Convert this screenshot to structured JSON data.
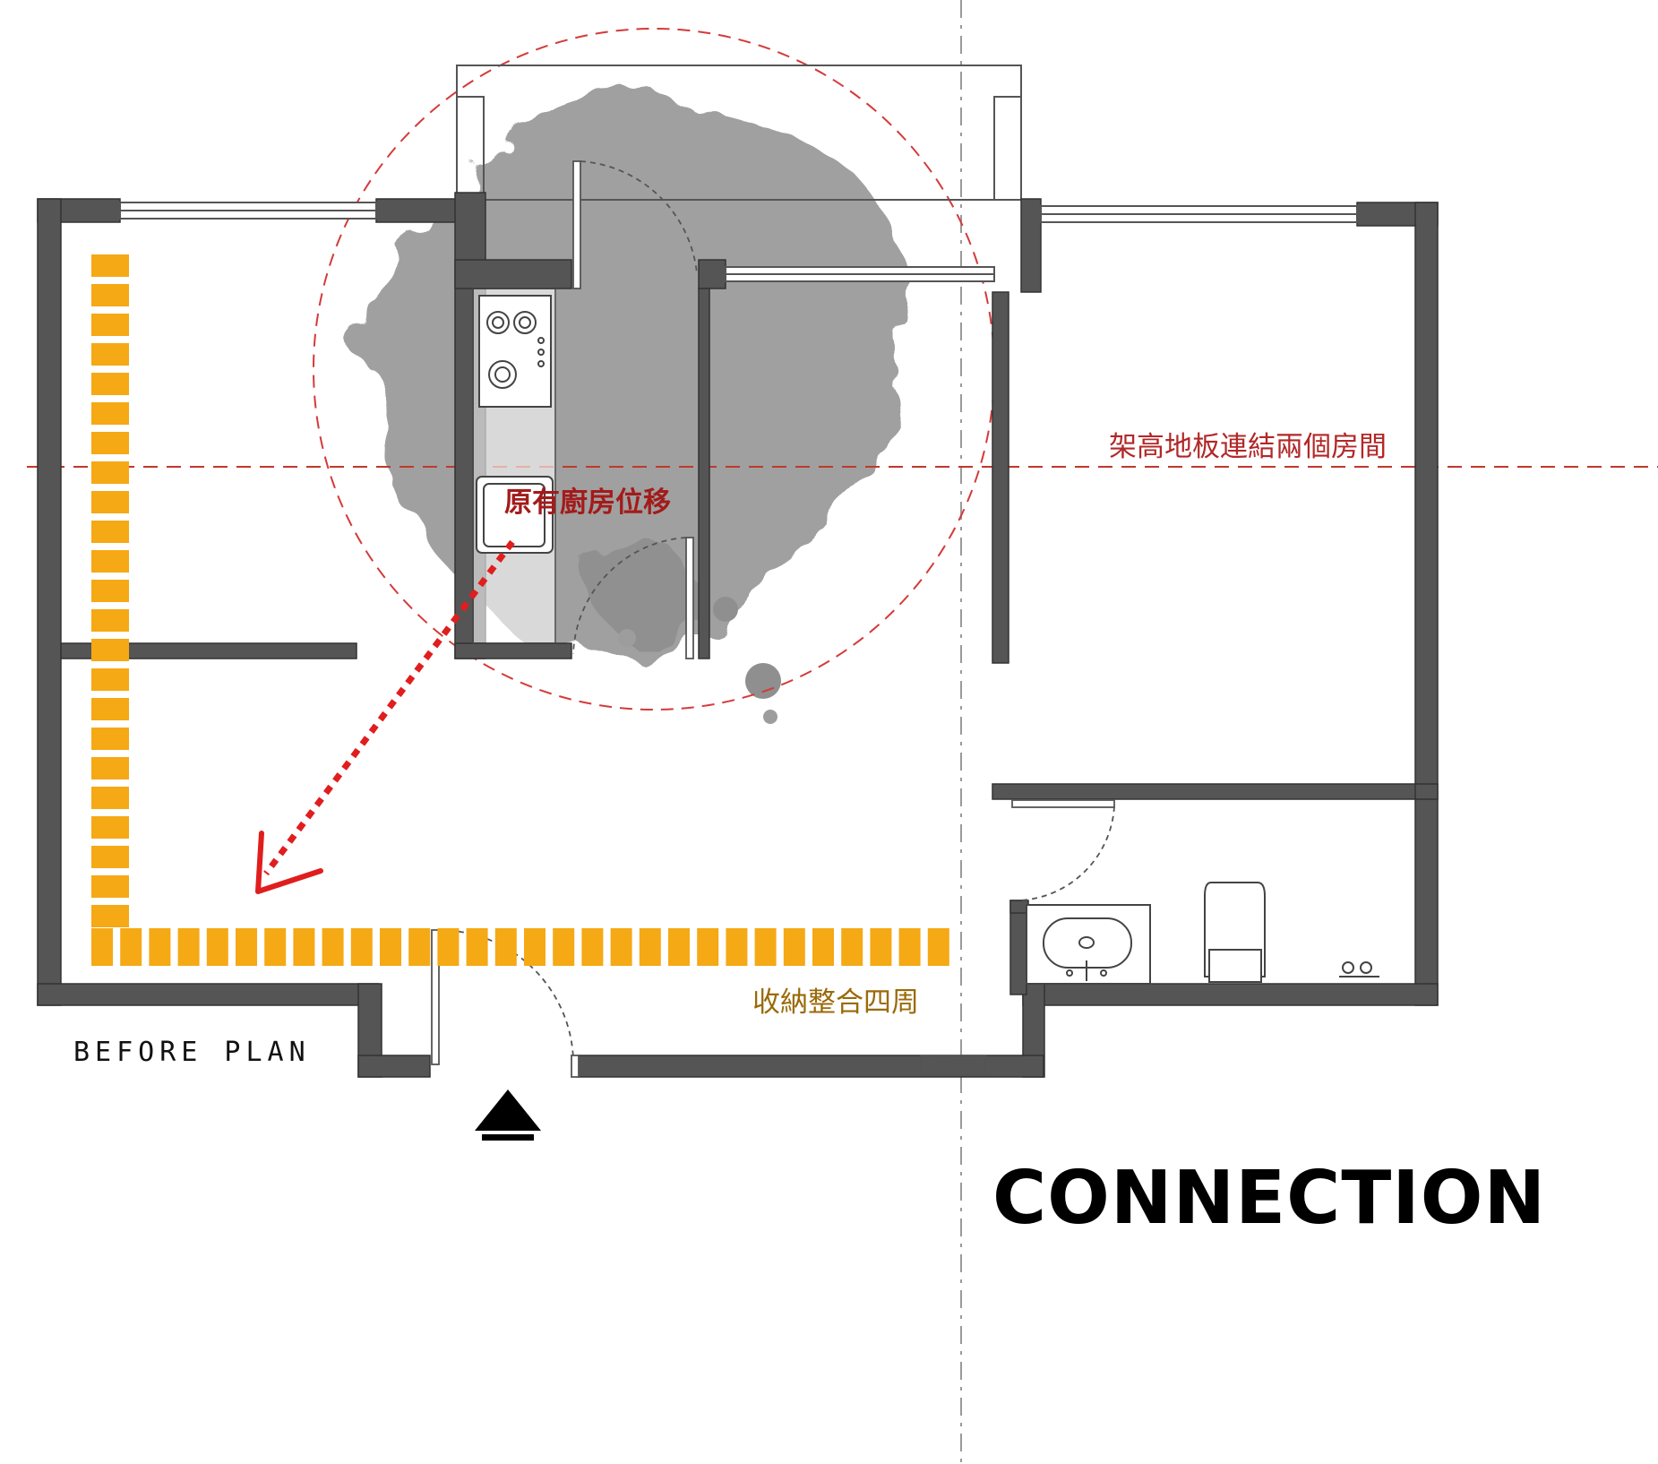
{
  "labels": {
    "kitchen_moved": "原有廚房位移",
    "raised_floor": "架高地板連結兩個房間",
    "storage": "收納整合四周",
    "before_plan": "BEFORE PLAN",
    "connection": "CONNECTION"
  },
  "colors": {
    "wall": "#555555",
    "storage_yellow": "#f5a915",
    "red_accent": "#e01e1e",
    "dashed_red": "#d43a3a",
    "stain": "#8a8a8a"
  },
  "icons": {
    "entrance": "entrance-arrow-icon",
    "move": "move-arrow-icon"
  }
}
